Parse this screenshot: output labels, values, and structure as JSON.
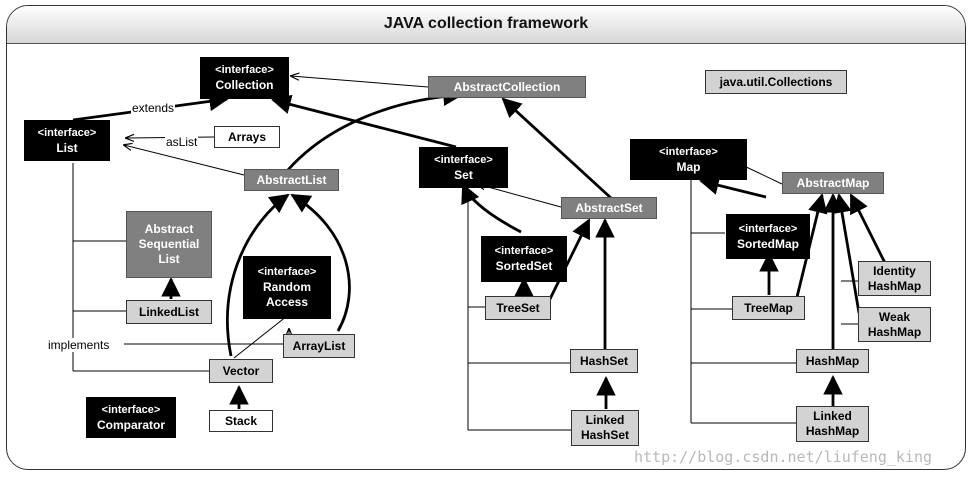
{
  "title": "JAVA collection framework",
  "stereotype": "<interface>",
  "nodes": {
    "collection": "Collection",
    "abstract_collection": "AbstractCollection",
    "java_util_collections": "java.util.Collections",
    "list": "List",
    "arrays": "Arrays",
    "abstract_list": "AbstractList",
    "set": "Set",
    "abstract_set": "AbstractSet",
    "map": "Map",
    "abstract_map": "AbstractMap",
    "abstract_sequential_list": [
      "Abstract",
      "Sequential",
      "List"
    ],
    "random_access": [
      "Random",
      "Access"
    ],
    "sorted_set": "SortedSet",
    "sorted_map": "SortedMap",
    "identity_hash_map": [
      "Identity",
      "HashMap"
    ],
    "weak_hash_map": [
      "Weak",
      "HashMap"
    ],
    "linked_list": "LinkedList",
    "tree_set": "TreeSet",
    "tree_map": "TreeMap",
    "array_list": "ArrayList",
    "vector": "Vector",
    "hash_set": "HashSet",
    "hash_map": "HashMap",
    "stack": "Stack",
    "linked_hash_set": [
      "Linked",
      "HashSet"
    ],
    "linked_hash_map": [
      "Linked",
      "HashMap"
    ],
    "comparator": "Comparator"
  },
  "labels": {
    "extends": "extends",
    "as_list": "asList",
    "implements": "implements"
  },
  "legend_colors": {
    "interface": "#000000",
    "abstract_class": "#808080",
    "concrete_class": "#d3d3d3",
    "utility_class": "#ffffff"
  },
  "watermark": "http://blog.csdn.net/liufeng_king"
}
